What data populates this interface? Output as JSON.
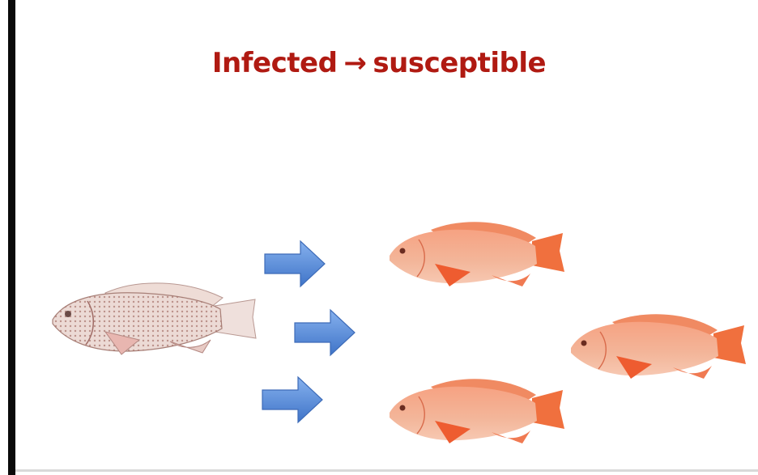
{
  "slide": {
    "title_left": "Infected",
    "title_arrow": "→",
    "title_right": "susceptible",
    "title_color": "#b01a12"
  },
  "scene": {
    "infected_fish": {
      "icon": "pale-infected-fish",
      "color": "#e8d2cc"
    },
    "transmission_arrows": {
      "icon": "block-arrow-right",
      "count": 3,
      "color": "#5b8fd9"
    },
    "susceptible_fish": {
      "icon": "red-tilapia-fish",
      "count": 3,
      "color": "#f28a6a"
    }
  }
}
